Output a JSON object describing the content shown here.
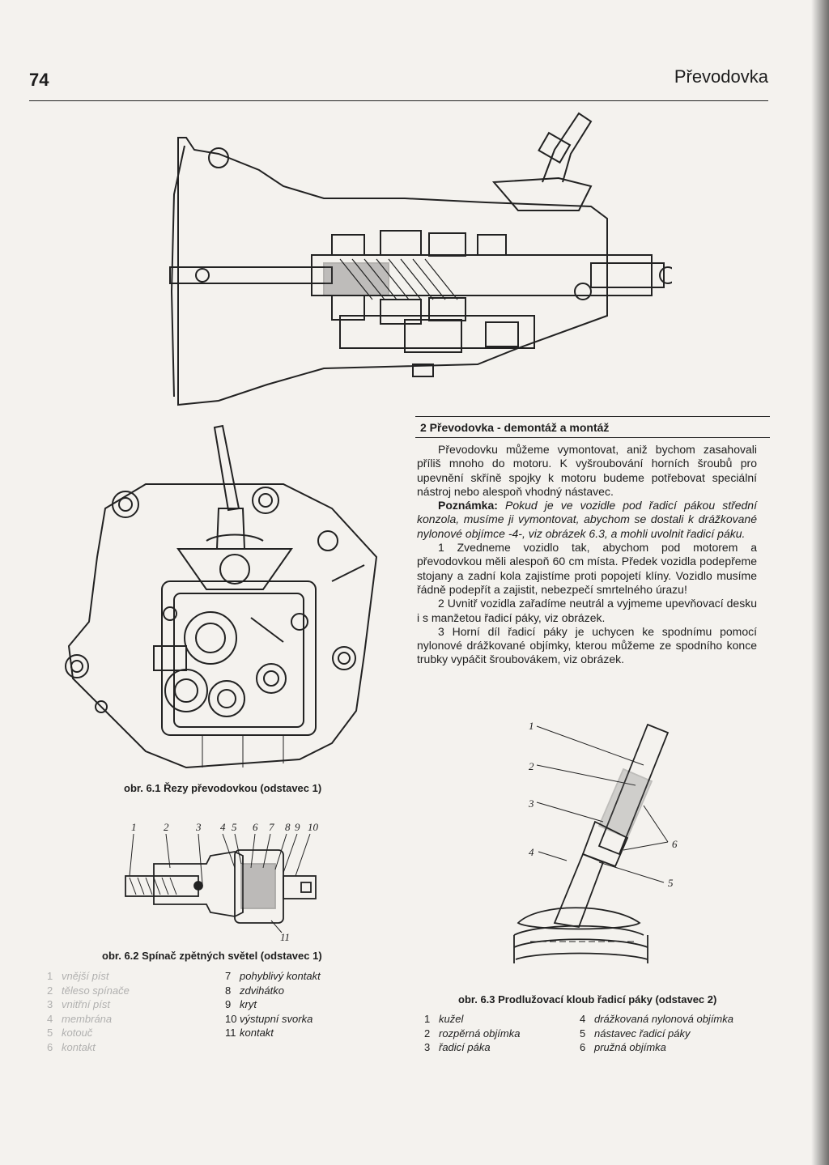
{
  "header": {
    "page_number": "74",
    "running_head": "Převodovka"
  },
  "figures": {
    "fig1_caption": "obr. 6.1 Řezy převodovkou (odstavec 1)",
    "fig2_caption": "obr. 6.2 Spínač zpětných světel (odstavec 1)",
    "fig3_caption": "obr. 6.3 Prodlužovací kloub řadicí páky (odstavec 2)",
    "fig2_callouts": [
      "1",
      "2",
      "3",
      "4",
      "5",
      "6",
      "7",
      "8",
      "9",
      "10",
      "11"
    ],
    "fig3_callouts": [
      "1",
      "2",
      "3",
      "4",
      "5",
      "6"
    ]
  },
  "legend_fig2": {
    "left": [
      {
        "num": "1",
        "text": "vnější píst"
      },
      {
        "num": "2",
        "text": "těleso spínače"
      },
      {
        "num": "3",
        "text": "vnitřní píst"
      },
      {
        "num": "4",
        "text": "membrána"
      },
      {
        "num": "5",
        "text": "kotouč"
      },
      {
        "num": "6",
        "text": "kontakt"
      }
    ],
    "right": [
      {
        "num": "7",
        "text": "pohyblivý kontakt"
      },
      {
        "num": "8",
        "text": "zdvihátko"
      },
      {
        "num": "9",
        "text": "kryt"
      },
      {
        "num": "10",
        "text": "výstupní svorka"
      },
      {
        "num": "11",
        "text": "kontakt"
      }
    ]
  },
  "legend_fig3": {
    "left": [
      {
        "num": "1",
        "text": "kužel"
      },
      {
        "num": "2",
        "text": "rozpěrná objímka"
      },
      {
        "num": "3",
        "text": "řadicí páka"
      }
    ],
    "right": [
      {
        "num": "4",
        "text": "drážkovaná nylonová objímka"
      },
      {
        "num": "5",
        "text": "nástavec řadicí páky"
      },
      {
        "num": "6",
        "text": "pružná objímka"
      }
    ]
  },
  "section": {
    "title": "2  Převodovka - demontáž a montáž",
    "intro": "Převodovku můžeme vymontovat, aniž bychom zasahovali příliš mnoho do motoru. K vyšroubování horních šroubů pro upevnění skříně spojky k motoru budeme potřebovat speciální nástroj nebo alespoň vhodný nástavec.",
    "note_label": "Poznámka:",
    "note_text": " Pokud je ve vozidle pod řadicí pákou střední konzola, musíme ji vymontovat, abychom se dostali k drážkované nylonové objímce -4-, viz obrázek 6.3, a mohli uvolnit řadicí páku.",
    "steps": [
      "1  Zvedneme vozidlo tak, abychom pod motorem a převodovkou měli alespoň 60 cm místa. Předek vozidla podepřeme stojany a zadní kola zajistíme proti popojetí klíny. Vozidlo musíme řádně podepřít a zajistit, nebezpečí smrtelného úrazu!",
      "2  Uvnitř vozidla zařadíme neutrál a vyjmeme upevňovací desku i s manžetou řadicí páky, viz obrázek.",
      "3  Horní díl řadicí páky je uchycen ke spodnímu pomocí nylonové drážkované objímky, kterou můžeme ze spodního konce trubky vypáčit šroubovákem, viz obrázek."
    ]
  }
}
